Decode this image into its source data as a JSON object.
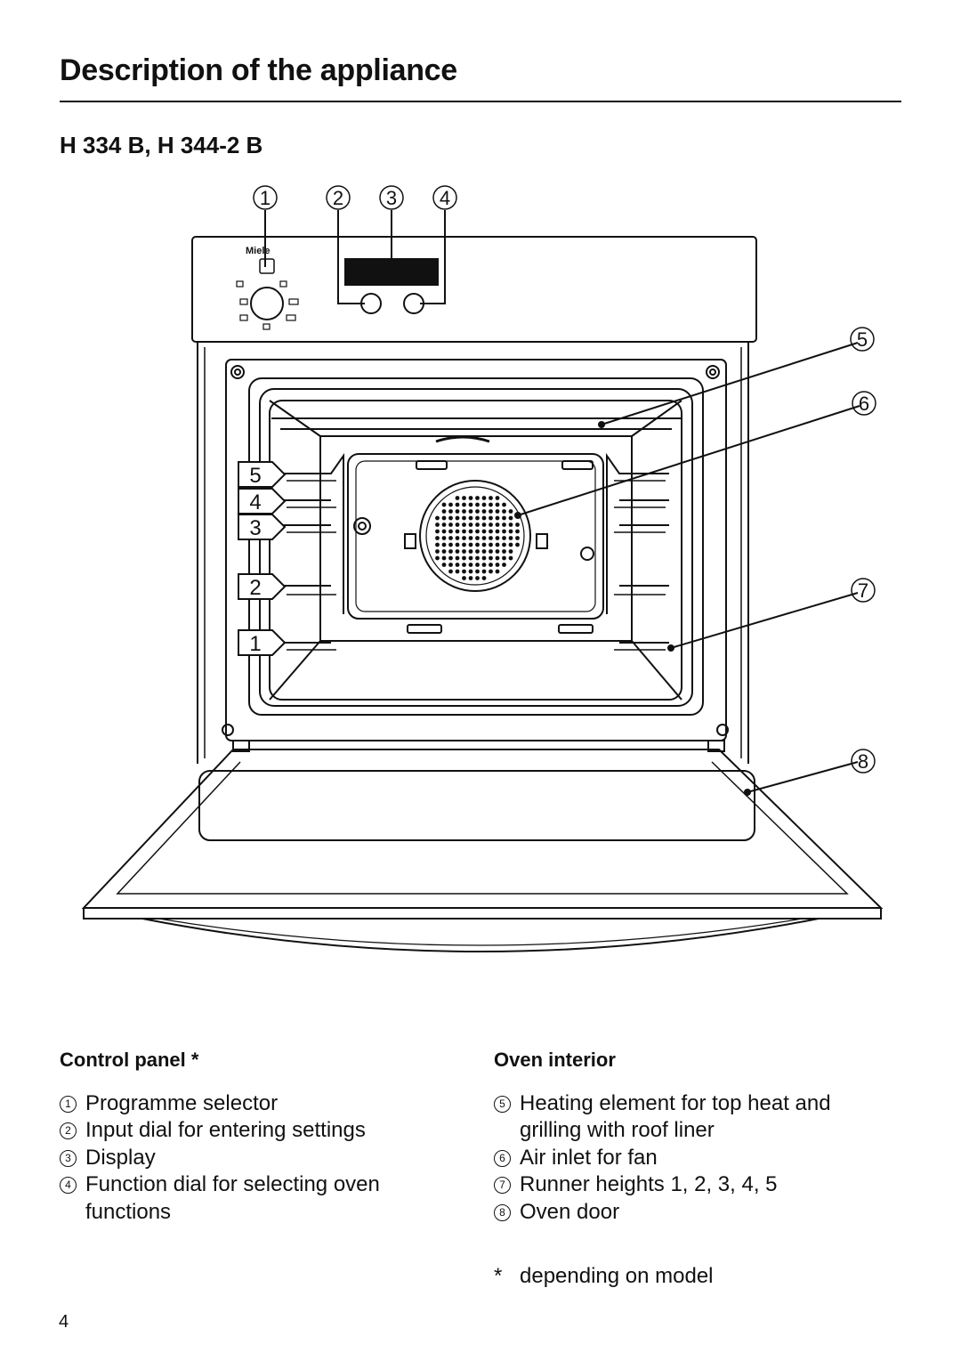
{
  "header": {
    "title": "Description of the appliance",
    "model": "H 334 B, H 344-2 B"
  },
  "diagram": {
    "brand_logo": "Miele",
    "callouts": [
      "1",
      "2",
      "3",
      "4",
      "5",
      "6",
      "7",
      "8"
    ],
    "runner_levels": [
      "5",
      "4",
      "3",
      "2",
      "1"
    ]
  },
  "control_panel": {
    "heading": "Control panel *",
    "items": [
      {
        "num": "1",
        "text": "Programme selector"
      },
      {
        "num": "2",
        "text": "Input dial for entering settings"
      },
      {
        "num": "3",
        "text": "Display"
      },
      {
        "num": "4",
        "text": "Function dial for selecting oven functions"
      }
    ]
  },
  "oven_interior": {
    "heading": "Oven interior",
    "items": [
      {
        "num": "5",
        "text": "Heating element for top heat and grilling with roof liner"
      },
      {
        "num": "6",
        "text": "Air inlet for fan"
      },
      {
        "num": "7",
        "text": "Runner heights 1, 2, 3, 4, 5"
      },
      {
        "num": "8",
        "text": "Oven door"
      }
    ]
  },
  "footnote": {
    "marker": "*",
    "text": "depending on model"
  },
  "page_number": "4"
}
